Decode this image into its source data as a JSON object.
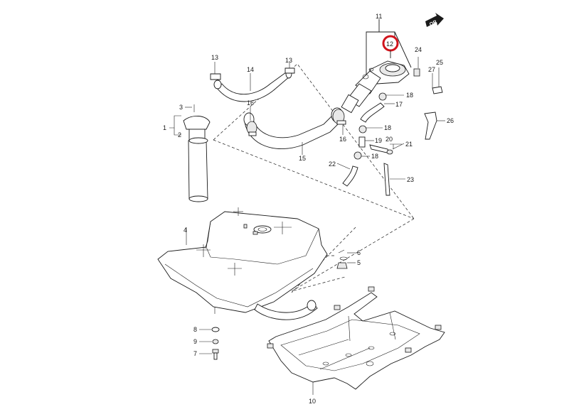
{
  "diagram": {
    "highlight_color": "#d0141c",
    "line_color": "#1a1a1a",
    "direction_marker": {
      "text": "OR",
      "icon": "front-direction-arrow-icon"
    },
    "labels": {
      "p1": "1",
      "p2": "2",
      "p3": "3",
      "p4": "4",
      "p5": "5",
      "p6": "6",
      "p7": "7",
      "p8": "8",
      "p9": "9",
      "p10": "10",
      "p11": "11",
      "p12": "12",
      "p13a": "13",
      "p13b": "13",
      "p14": "14",
      "p15": "15",
      "p16a": "16",
      "p16b": "16",
      "p17": "17",
      "p18a": "18",
      "p18b": "18",
      "p18c": "18",
      "p19": "19",
      "p20": "20",
      "p21": "21",
      "p22": "22",
      "p23": "23",
      "p24": "24",
      "p25": "25",
      "p26": "26",
      "p27": "27"
    }
  }
}
